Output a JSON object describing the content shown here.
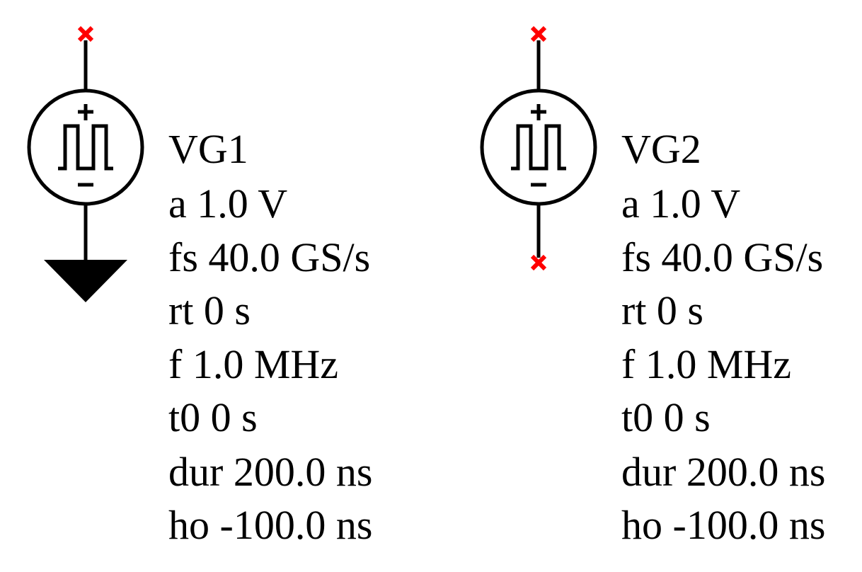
{
  "components": [
    {
      "name": "VG1",
      "params": [
        "a 1.0 V",
        "fs 40.0 GS/s",
        "rt 0 s",
        "f 1.0 MHz",
        "t0 0 s",
        "dur 200.0 ns",
        "ho -100.0 ns"
      ],
      "terminals": {
        "top": "open",
        "bottom": "ground"
      }
    },
    {
      "name": "VG2",
      "params": [
        "a 1.0 V",
        "fs 40.0 GS/s",
        "rt 0 s",
        "f 1.0 MHz",
        "t0 0 s",
        "dur 200.0 ns",
        "ho -100.0 ns"
      ],
      "terminals": {
        "top": "open",
        "bottom": "open"
      }
    }
  ],
  "colors": {
    "wire": "#000000",
    "open_terminal": "#ff0000",
    "background": "#ffffff"
  },
  "icons": {
    "source": "pulse-voltage-source-icon",
    "open_terminal": "x-marker-icon",
    "ground": "ground-icon"
  }
}
